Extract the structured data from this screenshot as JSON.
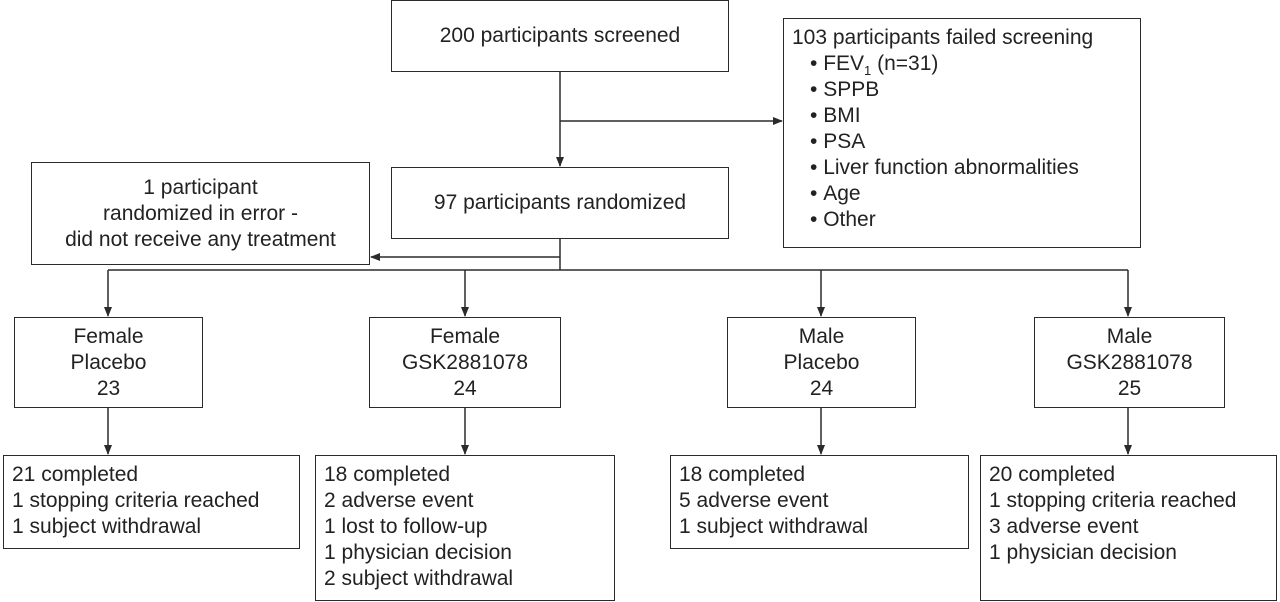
{
  "screening": {
    "text": "200 participants screened"
  },
  "failed": {
    "title": "103 participants failed screening",
    "fev": {
      "label": "FEV",
      "sub": "1",
      "count": "(n=31)"
    },
    "items": [
      "SPPB",
      "BMI",
      "PSA",
      "Liver function abnormalities",
      "Age",
      "Other"
    ]
  },
  "randomized": {
    "text": "97 participants randomized"
  },
  "error": {
    "lines": [
      "1 participant",
      "randomized in error -",
      "did not receive any treatment"
    ]
  },
  "groups": [
    {
      "sex": "Female",
      "treatment": "Placebo",
      "n": "23",
      "outcomes": [
        "21 completed",
        "1 stopping criteria reached",
        "1 subject withdrawal"
      ]
    },
    {
      "sex": "Female",
      "treatment": "GSK2881078",
      "n": "24",
      "outcomes": [
        "18 completed",
        "2 adverse event",
        "1 lost to follow-up",
        "1 physician decision",
        "2 subject withdrawal"
      ]
    },
    {
      "sex": "Male",
      "treatment": "Placebo",
      "n": "24",
      "outcomes": [
        "18 completed",
        "5 adverse event",
        "1 subject withdrawal"
      ]
    },
    {
      "sex": "Male",
      "treatment": "GSK2881078",
      "n": "25",
      "outcomes": [
        "20 completed",
        "1 stopping criteria reached",
        "3 adverse event",
        "1 physician decision"
      ]
    }
  ]
}
